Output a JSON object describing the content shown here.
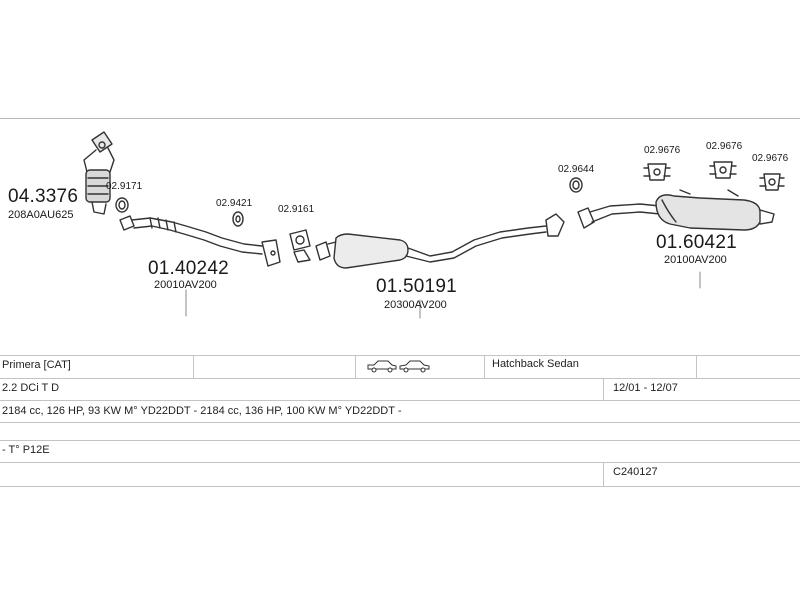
{
  "parts": [
    {
      "number": "04.3376",
      "code": "208A0AU625"
    },
    {
      "number": "02.9171"
    },
    {
      "number": "01.40242",
      "code": "20010AV200"
    },
    {
      "number": "02.9421"
    },
    {
      "number": "02.9161"
    },
    {
      "number": "01.50191",
      "code": "20300AV200"
    },
    {
      "number": "02.9644"
    },
    {
      "number": "02.9676"
    },
    {
      "number": "02.9676"
    },
    {
      "number": "02.9676"
    },
    {
      "number": "01.60421",
      "code": "20100AV200"
    }
  ],
  "vehicle": {
    "model": "Primera  [CAT]",
    "body_type": "Hatchback Sedan",
    "engine": "2.2 DCi T D",
    "period": "12/01 - 12/07",
    "specs": "2184 cc, 126 HP, 93 KW M° YD22DDT - 2184 cc, 136 HP, 100 KW M° YD22DDT -",
    "type_code": "- T° P12E",
    "catalog_code": "C240127"
  },
  "icons": [
    "catalytic-converter-icon",
    "gasket-icon",
    "front-pipe-icon",
    "clamp-icon",
    "middle-silencer-icon",
    "rear-silencer-icon",
    "rubber-mount-icon",
    "hatchback-car-icon",
    "sedan-car-icon"
  ]
}
